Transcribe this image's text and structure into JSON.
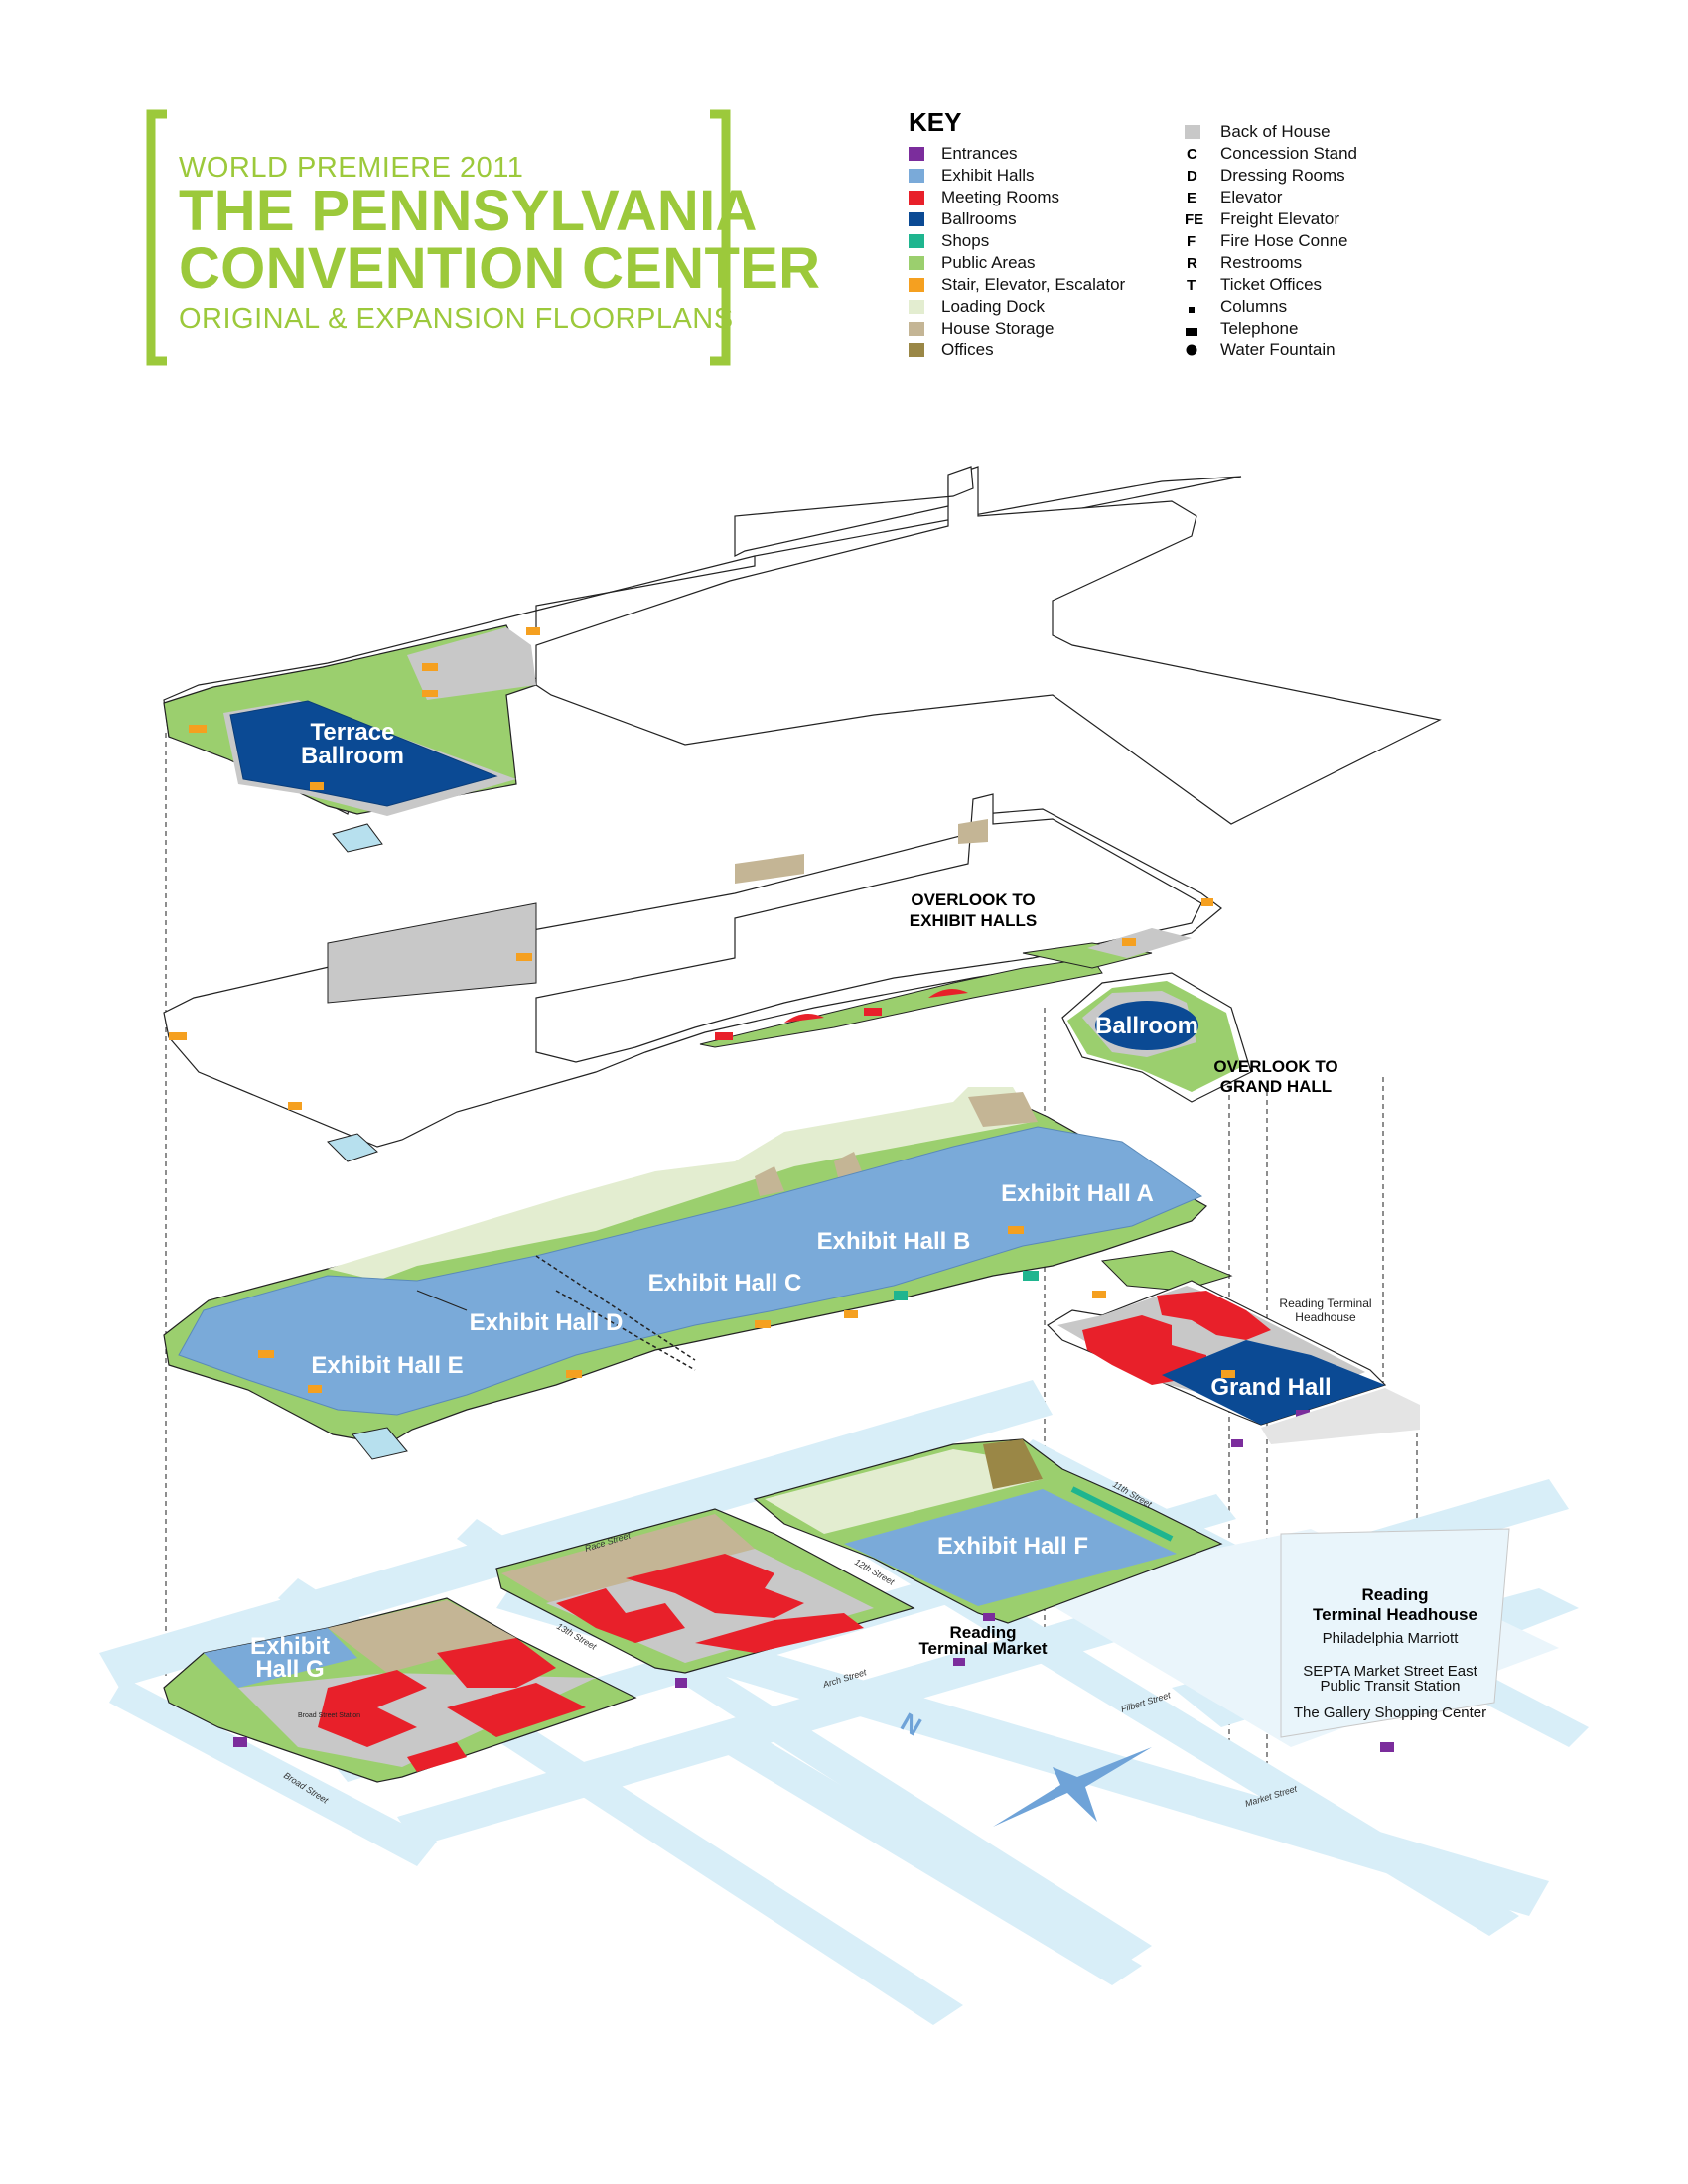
{
  "header": {
    "line1": "WORLD PREMIERE 2011",
    "line2": "THE PENNSYLVANIA",
    "line3": "CONVENTION CENTER",
    "line4": "ORIGINAL & EXPANSION FLOORPLANS",
    "accent_color": "#9cc93b"
  },
  "key": {
    "title": "KEY",
    "colors": [
      {
        "label": "Entrances",
        "color": "#7b2d9c"
      },
      {
        "label": "Exhibit Halls",
        "color": "#7aaad9"
      },
      {
        "label": "Meeting Rooms",
        "color": "#e8202a"
      },
      {
        "label": "Ballrooms",
        "color": "#0b4a94"
      },
      {
        "label": "Shops",
        "color": "#1fb58f"
      },
      {
        "label": "Public Areas",
        "color": "#9bcf6e"
      },
      {
        "label": "Stair, Elevator, Escalator",
        "color": "#f5a020"
      },
      {
        "label": "Loading Dock",
        "color": "#e3edd0"
      },
      {
        "label": "House Storage",
        "color": "#c4b595"
      },
      {
        "label": "Offices",
        "color": "#9a8746"
      }
    ],
    "symbols": [
      {
        "code": "",
        "label": "Back of House",
        "color": "#c8c8c8"
      },
      {
        "code": "C",
        "label": "Concession Stand"
      },
      {
        "code": "D",
        "label": "Dressing Rooms"
      },
      {
        "code": "E",
        "label": "Elevator"
      },
      {
        "code": "FE",
        "label": "Freight Elevator"
      },
      {
        "code": "F",
        "label": "Fire Hose Conne"
      },
      {
        "code": "R",
        "label": "Restrooms"
      },
      {
        "code": "T",
        "label": "Ticket Offices"
      },
      {
        "code": "",
        "label": "Columns",
        "glyph": "column-symbol"
      },
      {
        "code": "",
        "label": "Telephone",
        "glyph": "telephone-symbol"
      },
      {
        "code": "",
        "label": "Water Fountain",
        "glyph": "water-fountain-symbol"
      }
    ]
  },
  "labels": {
    "terrace_1": "Terrace",
    "terrace_2": "Ballroom",
    "overlook_halls_1": "OVERLOOK TO",
    "overlook_halls_2": "EXHIBIT HALLS",
    "ballroom": "Ballroom",
    "overlook_grand_1": "OVERLOOK TO",
    "overlook_grand_2": "GRAND HALL",
    "hall_a": "Exhibit Hall A",
    "hall_b": "Exhibit Hall B",
    "hall_c": "Exhibit Hall C",
    "hall_d": "Exhibit Hall D",
    "hall_e": "Exhibit Hall E",
    "hall_f": "Exhibit Hall F",
    "hall_g_1": "Exhibit",
    "hall_g_2": "Hall G",
    "grand_hall": "Grand Hall",
    "rth_small_1": "Reading Terminal",
    "rth_small_2": "Headhouse",
    "rtm_1": "Reading",
    "rtm_2": "Terminal Market",
    "rth_1": "Reading",
    "rth_2": "Terminal Headhouse",
    "marriott": "Philadelphia Marriott",
    "septa_1": "SEPTA Market Street East",
    "septa_2": "Public Transit Station",
    "gallery": "The Gallery Shopping Center",
    "broad_station": "Broad Street Station"
  },
  "streets": {
    "race": "Race Street",
    "broad": "Broad Street",
    "thirteenth": "13th Street",
    "twelfth": "12th Street",
    "eleventh": "11th Street",
    "arch": "Arch Street",
    "filbert": "Filbert Street",
    "market": "Market Street"
  },
  "compass": {
    "label": "N"
  }
}
